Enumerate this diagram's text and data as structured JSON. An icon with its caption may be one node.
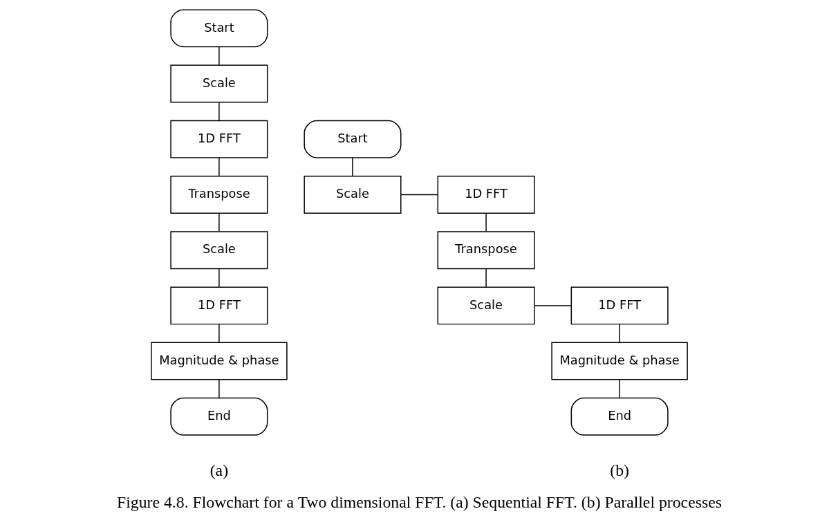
{
  "diagram": {
    "caption": "Figure 4.8. Flowchart for a Two dimensional FFT. (a) Sequential FFT. (b) Parallel processes",
    "nodes": [
      {
        "text": [
          "Start"
        ]
      },
      {
        "text": [
          "Scale"
        ]
      },
      {
        "text": [
          "1D FFT"
        ]
      },
      {
        "text": [
          "Transpose"
        ]
      },
      {
        "text": [
          "Scale"
        ]
      },
      {
        "text": [
          "1D FFT"
        ]
      },
      {
        "text": [
          "Magnitude & phase"
        ]
      },
      {
        "text": [
          "End"
        ]
      },
      {
        "text": [
          "Start"
        ]
      },
      {
        "text": [
          "Scale"
        ]
      },
      {
        "text": [
          "1D FFT"
        ]
      },
      {
        "text": [
          "Transpose"
        ]
      },
      {
        "text": [
          "Scale"
        ]
      },
      {
        "text": [
          "1D FFT"
        ]
      },
      {
        "text": [
          "Magnitude & phase"
        ]
      },
      {
        "text": [
          "End"
        ]
      }
    ],
    "edges": [
      {
        "from": 0,
        "to": 1,
        "arrow": "none"
      },
      {
        "from": 1,
        "to": 2,
        "arrow": "none"
      },
      {
        "from": 2,
        "to": 3,
        "arrow": "none"
      },
      {
        "from": 3,
        "to": 4,
        "arrow": "none"
      },
      {
        "from": 4,
        "to": 5,
        "arrow": "none"
      },
      {
        "from": 5,
        "to": 6,
        "arrow": "none"
      },
      {
        "from": 6,
        "to": 7,
        "arrow": "none"
      },
      {
        "from": 8,
        "to": 9,
        "arrow": "none"
      },
      {
        "from": 9,
        "to": 10,
        "arrow": "none"
      },
      {
        "from": 10,
        "to": 11,
        "arrow": "none"
      },
      {
        "from": 11,
        "to": 12,
        "arrow": "none"
      },
      {
        "from": 12,
        "to": 13,
        "arrow": "none"
      },
      {
        "from": 13,
        "to": 14,
        "arrow": "none"
      },
      {
        "from": 14,
        "to": 15,
        "arrow": "none"
      }
    ],
    "labels": [
      "(a)",
      "(b)"
    ]
  }
}
